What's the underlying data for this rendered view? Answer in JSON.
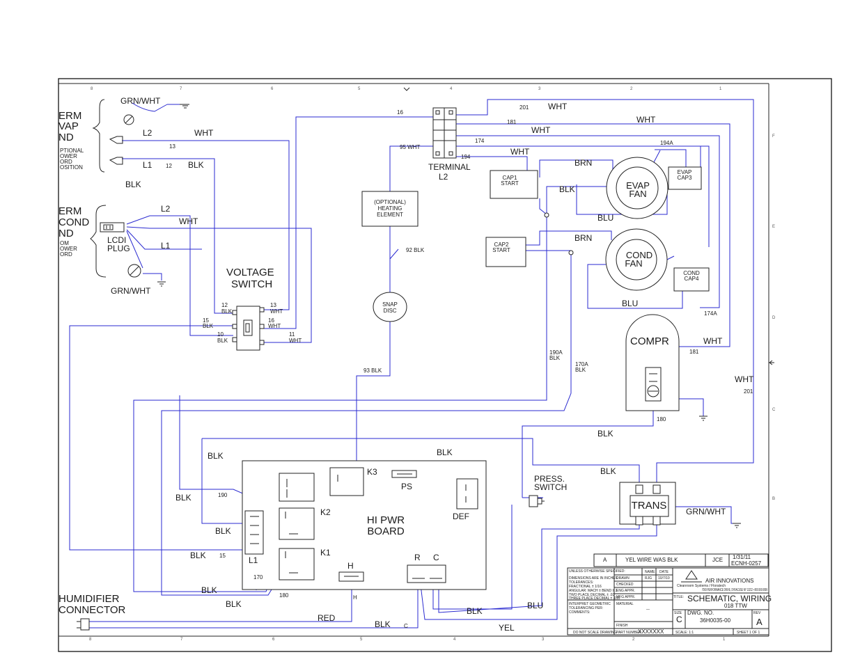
{
  "zones": {
    "top": [
      "8",
      "7",
      "6",
      "5",
      "4",
      "3",
      "2",
      "1"
    ],
    "bottom": [
      "8",
      "7",
      "6",
      "5",
      "4",
      "3",
      "2",
      "1"
    ],
    "right": [
      "F",
      "E",
      "D",
      "C",
      "B"
    ]
  },
  "components": {
    "term_evap": [
      "ERM",
      "VAP",
      "ND"
    ],
    "term_evap_note": [
      "PTIONAL",
      "OWER",
      "ORD",
      "OSITION"
    ],
    "term_cond": [
      "ERM",
      "COND",
      "ND"
    ],
    "term_cond_note": [
      "OM",
      "OWER",
      "ORD"
    ],
    "lcdi_plug": [
      "LCDI",
      "PLUG"
    ],
    "voltage_switch": [
      "VOLTAGE",
      "SWITCH"
    ],
    "terminal": [
      "TERMINAL",
      "L2"
    ],
    "heating_element": [
      "(OPTIONAL)",
      "HEATING",
      "ELEMENT"
    ],
    "snap_disc": [
      "SNAP",
      "DISC"
    ],
    "cap1": [
      "CAP1",
      "START"
    ],
    "cap2": [
      "CAP2",
      "START"
    ],
    "evap_fan": [
      "EVAP",
      "FAN"
    ],
    "cond_fan": [
      "COND",
      "FAN"
    ],
    "evap_cap3": [
      "EVAP",
      "CAP3"
    ],
    "cond_cap4": [
      "COND",
      "CAP4"
    ],
    "compr": "COMPR",
    "trans": "TRANS",
    "hi_pwr_board": [
      "HI PWR",
      "BOARD"
    ],
    "press_switch": [
      "PRESS.",
      "SWITCH"
    ],
    "humidifier": [
      "HUMIDIFIER",
      "CONNECTOR"
    ],
    "k1": "K1",
    "k2": "K2",
    "k3": "K3",
    "ps": "PS",
    "def": "DEF",
    "l1_block": "L1",
    "h": "H",
    "h_sub": "H",
    "r": "R",
    "c": "C",
    "c_sub": "C"
  },
  "wire_labels": {
    "grn_wht_top": "GRN/WHT",
    "l2_top": "L2",
    "wht_top": "WHT",
    "n13": "13",
    "l1_top": "L1",
    "n12": "12",
    "blk_top": "BLK",
    "blk_left": "BLK",
    "l2_cond": "L2",
    "wht_cond": "WHT",
    "l1_cond": "L1",
    "grn_wht_cond": "GRN/WHT",
    "vs_12": "12",
    "vs_12b": "BLK",
    "vs_13": "13",
    "vs_13w": "WHT",
    "vs_15": "15",
    "vs_15b": "BLK",
    "vs_16": "16",
    "vs_16w": "WHT",
    "vs_10": "10",
    "vs_10b": "BLK",
    "vs_11": "11",
    "vs_11w": "WHT",
    "w16": "16",
    "w95": "95 WHT",
    "w194": "194",
    "w174": "174",
    "w201": "201",
    "wht_201": "WHT",
    "w181": "181",
    "wht_181": "WHT",
    "wht_174": "WHT",
    "wht_194": "WHT",
    "w194a": "194A",
    "brn_evap": "BRN",
    "blk_evap": "BLK",
    "blu_evap": "BLU",
    "brn_cond": "BRN",
    "blu_cond": "BLU",
    "w174a": "174A",
    "wht_compr": "WHT",
    "w181b": "181",
    "wht_right": "WHT",
    "w201b": "201",
    "w92": "92 BLK",
    "w93": "93 BLK",
    "w190a": "190A",
    "w190a_b": "BLK",
    "w170a": "170A",
    "w170a_b": "BLK",
    "w180": "180",
    "blk_180": "BLK",
    "blk_k3": "BLK",
    "blk_ps": "BLK",
    "blk_trans": "BLK",
    "grn_wht_trans": "GRN/WHT",
    "blk_b1": "BLK",
    "w190": "190",
    "blk_b2": "BLK",
    "blk_b3": "BLK",
    "w15": "15",
    "blk_b4": "BLK",
    "w170": "170",
    "blk_b5": "BLK",
    "w180b": "180",
    "blk_b6": "BLK",
    "red": "RED",
    "blk_b7": "BLK",
    "blk_b8": "BLK",
    "blu_b": "BLU",
    "yel": "YEL"
  },
  "revision": {
    "rev": "A",
    "description": "YEL WIRE WAS BLK",
    "by": "JCE",
    "date": "1/31/11",
    "ecn": "ECNH-0257"
  },
  "title_block": {
    "spec_header": "UNLESS OTHERWISE SPECIFIED:",
    "spec_lines": [
      "DIMENSIONS ARE IN INCHES",
      "TOLERANCES:",
      "FRACTIONAL ± 1/16",
      "ANGULAR: MACH ± BEND ± 2",
      "TWO PLACE DECIMAL ± .03",
      "THREE PLACE DECIMAL ± .010"
    ],
    "interp": [
      "INTERPRET GEOMETRIC",
      "TOLERANCING PER:"
    ],
    "comments": "COMMENTS:",
    "material": "MATERIAL",
    "material_val": "—",
    "finish": "FINISH",
    "do_not_scale": "DO NOT SCALE DRAWING",
    "part_number_label": "PART NUMBER",
    "part_number": "XXXXXXX",
    "name_hdr": "NAME",
    "date_hdr": "DATE",
    "rows": [
      "DRAWN",
      "CHECKED",
      "ENG APPR.",
      "MFG APPR."
    ],
    "drawn_name": "RJG",
    "drawn_date": "10/7/10",
    "company": "AIR INNOVATIONS",
    "company_sub": "Cleanroom Systems / Floratech",
    "address": "7000 PERFORMANCE DRIVE, SYRACUSE NY 13212 • 800.999.9999",
    "title_label": "TITLE:",
    "title": "SCHEMATIC, WIRING",
    "subtitle": "018 TTW",
    "size_label": "SIZE",
    "size": "C",
    "dwg_label": "DWG. NO.",
    "dwg_no": "36H0035-00",
    "rev_label": "REV",
    "rev": "A",
    "scale": "SCALE: 1:1",
    "sheet": "SHEET 1 OF 1"
  }
}
